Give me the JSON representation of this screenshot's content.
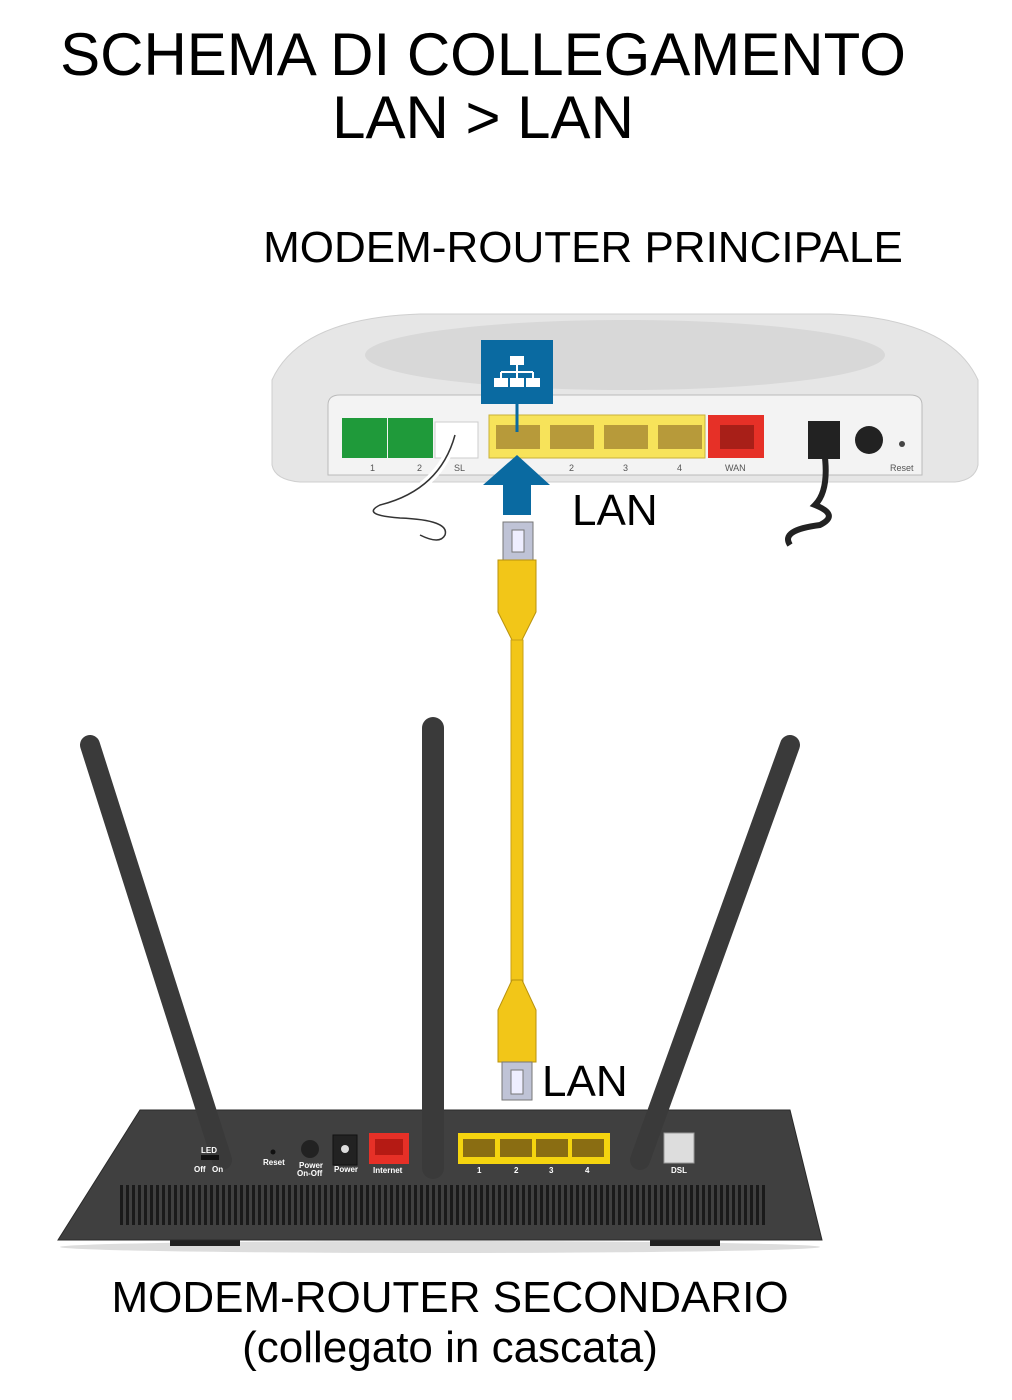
{
  "title": {
    "line1": "SCHEMA DI COLLEGAMENTO",
    "line2": "LAN > LAN"
  },
  "main_router": {
    "label": "MODEM-ROUTER PRINCIPALE",
    "port_labels": {
      "phone1": "1",
      "phone2": "2",
      "dsl": "SL",
      "lan2": "2",
      "lan3": "3",
      "lan4": "4",
      "wan": "WAN",
      "reset": "Reset"
    },
    "lan_label": "LAN",
    "icon": "network-icon"
  },
  "secondary_router": {
    "label": "MODEM-ROUTER SECONDARIO",
    "sublabel": "(collegato in cascata)",
    "lan_label": "LAN",
    "port_labels": {
      "led": "LED",
      "off": "Off",
      "on": "On",
      "reset": "Reset",
      "power_switch": "Power",
      "power_switch2": "On-Off",
      "power": "Power",
      "internet": "Internet",
      "lan1": "1",
      "lan2": "2",
      "lan3": "3",
      "lan4": "4",
      "dsl": "DSL"
    }
  },
  "colors": {
    "cable": "#f2c618",
    "lan_ports": "#f7e35a",
    "wan": "#e63027",
    "phone": "#1f9a3a",
    "arrow": "#0a6aa1",
    "router_dark": "#404040"
  }
}
